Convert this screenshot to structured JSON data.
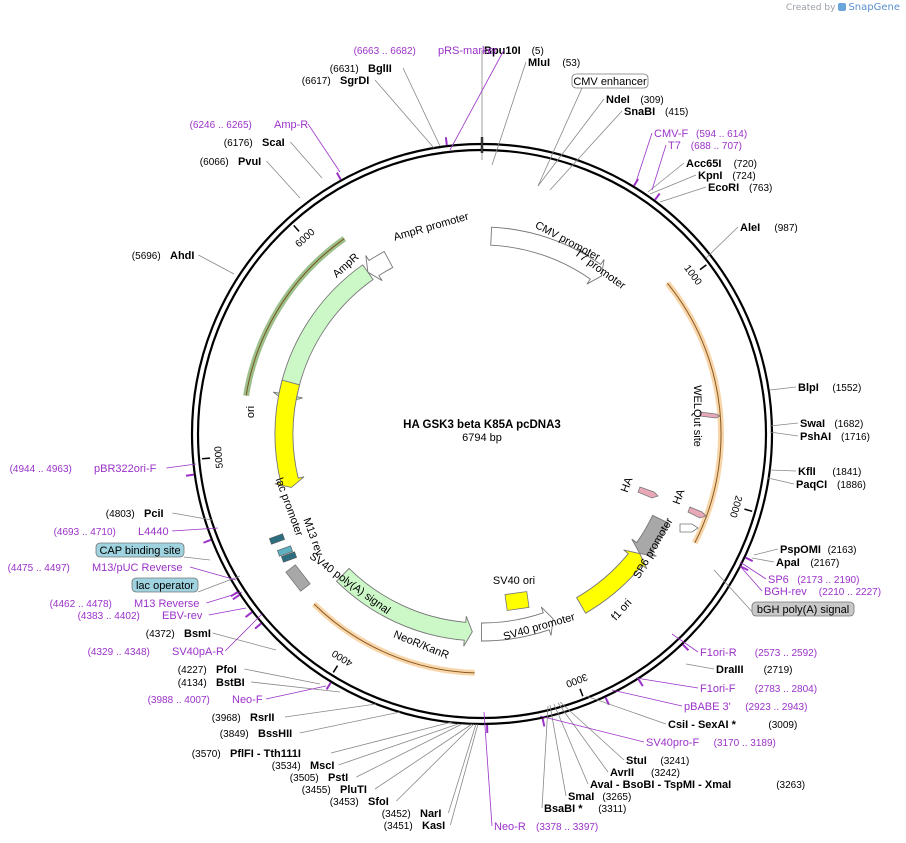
{
  "credit": {
    "prefix": "Created by",
    "brand": "SnapGene"
  },
  "plasmid": {
    "name": "HA GSK3 beta K85A pcDNA3",
    "size": "6794 bp",
    "total_bp": 6794
  },
  "ticks": [
    {
      "label": "1000",
      "pos": 1000
    },
    {
      "label": "2000",
      "pos": 2000
    },
    {
      "label": "3000",
      "pos": 3000
    },
    {
      "label": "4000",
      "pos": 4000
    },
    {
      "label": "5000",
      "pos": 5000
    },
    {
      "label": "6000",
      "pos": 6000
    }
  ],
  "features": [
    {
      "label": "CMV promoter",
      "start": 50,
      "end": 700,
      "color": "#ffffff",
      "stroke": "#777777",
      "ring": "inner"
    },
    {
      "label": "T7 promoter",
      "start": 688,
      "end": 707,
      "color": "#ffffff",
      "stroke": "#777777",
      "ring": "inner"
    },
    {
      "label": "AmpR promoter",
      "start": 6130,
      "end": 6262,
      "color": "#ffffff",
      "stroke": "#777777",
      "ring": "inner"
    },
    {
      "label": "AmpR",
      "start": 5270,
      "end": 6130,
      "color": "#ccf8c8",
      "stroke": "#777777",
      "ring": "inner"
    },
    {
      "label": "ori",
      "start": 4800,
      "end": 5380,
      "color": "#ffff00",
      "stroke": "#777777",
      "ring": "inner"
    },
    {
      "label": "NeoR/KanR",
      "start": 3450,
      "end": 4240,
      "color": "#ccf8c8",
      "stroke": "#777777",
      "ring": "inner"
    },
    {
      "label": "SV40 promoter",
      "start": 3000,
      "end": 3400,
      "color": "#ffffff",
      "stroke": "#777777",
      "ring": "inner"
    },
    {
      "label": "f1 ori",
      "start": 2400,
      "end": 2830,
      "color": "#ffff00",
      "stroke": "#777777",
      "ring": "inner"
    },
    {
      "label": "SP6 promoter",
      "start": 2180,
      "end": 2400,
      "color": "#a8a8a8",
      "stroke": "#777777",
      "ring": "inner"
    }
  ],
  "markers": [
    {
      "label": "WELQut site"
    },
    {
      "label": "HA"
    },
    {
      "label": "HA"
    },
    {
      "label": "SV40 ori"
    },
    {
      "label": "SV40 poly(A) signal"
    },
    {
      "label": "lac promoter"
    },
    {
      "label": "M13 rev"
    }
  ],
  "orfs": [
    {
      "start": 960,
      "end": 2210,
      "color": "#f3b462"
    },
    {
      "start": 3430,
      "end": 4240,
      "color": "#f3b462"
    },
    {
      "start": 5270,
      "end": 6130,
      "color": "#4a8a2c"
    }
  ],
  "enzymes": [
    {
      "name": "Bpu10I",
      "site": "(5)"
    },
    {
      "name": "MluI",
      "site": "(53)"
    },
    {
      "name": "NdeI",
      "site": "(309)"
    },
    {
      "name": "SnaBI",
      "site": "(415)"
    },
    {
      "name": "Acc65I",
      "site": "(720)"
    },
    {
      "name": "KpnI",
      "site": "(724)"
    },
    {
      "name": "EcoRI",
      "site": "(763)"
    },
    {
      "name": "AleI",
      "site": "(987)"
    },
    {
      "name": "BlpI",
      "site": "(1552)"
    },
    {
      "name": "SwaI",
      "site": "(1682)"
    },
    {
      "name": "PshAI",
      "site": "(1716)"
    },
    {
      "name": "KflI",
      "site": "(1841)"
    },
    {
      "name": "PaqCI",
      "site": "(1886)"
    },
    {
      "name": "PspOMI",
      "site": "(2163)"
    },
    {
      "name": "ApaI",
      "site": "(2167)"
    },
    {
      "name": "DraIII",
      "site": "(2719)"
    },
    {
      "name": "CsiI - SexAI *",
      "site": "(3009)"
    },
    {
      "name": "StuI",
      "site": "(3241)"
    },
    {
      "name": "AvrII",
      "site": "(3242)"
    },
    {
      "name": "AvaI - BsoBI - TspMI - XmaI",
      "site": "(3263)"
    },
    {
      "name": "SmaI",
      "site": "(3265)"
    },
    {
      "name": "BsaBI *",
      "site": "(3311)"
    },
    {
      "name": "KasI",
      "site": "(3451)"
    },
    {
      "name": "NarI",
      "site": "(3452)"
    },
    {
      "name": "SfoI",
      "site": "(3453)"
    },
    {
      "name": "PluTI",
      "site": "(3455)"
    },
    {
      "name": "PstI",
      "site": "(3505)"
    },
    {
      "name": "MscI",
      "site": "(3534)"
    },
    {
      "name": "PflFI - Tth111I",
      "site": "(3570)"
    },
    {
      "name": "BssHII",
      "site": "(3849)"
    },
    {
      "name": "RsrII",
      "site": "(3968)"
    },
    {
      "name": "BstBI",
      "site": "(4134)"
    },
    {
      "name": "PfoI",
      "site": "(4227)"
    },
    {
      "name": "BsmI",
      "site": "(4372)"
    },
    {
      "name": "PciI",
      "site": "(4803)"
    },
    {
      "name": "AhdI",
      "site": "(5696)"
    },
    {
      "name": "PvuI",
      "site": "(6066)"
    },
    {
      "name": "ScaI",
      "site": "(6176)"
    },
    {
      "name": "SgrDI",
      "site": "(6617)"
    },
    {
      "name": "BglII",
      "site": "(6631)"
    }
  ],
  "primers": [
    {
      "name": "pRS-marker",
      "site": "(6663 .. 6682)"
    },
    {
      "name": "CMV-F",
      "site": "(594 .. 614)"
    },
    {
      "name": "T7",
      "site": "(688 .. 707)"
    },
    {
      "name": "SP6",
      "site": "(2173 .. 2190)"
    },
    {
      "name": "BGH-rev",
      "site": "(2210 .. 2227)"
    },
    {
      "name": "F1ori-R",
      "site": "(2573 .. 2592)"
    },
    {
      "name": "F1ori-F",
      "site": "(2783 .. 2804)"
    },
    {
      "name": "pBABE 3'",
      "site": "(2923 .. 2943)"
    },
    {
      "name": "SV40pro-F",
      "site": "(3170 .. 3189)"
    },
    {
      "name": "Neo-R",
      "site": "(3378 .. 3397)"
    },
    {
      "name": "Neo-F",
      "site": "(3988 .. 4007)"
    },
    {
      "name": "SV40pA-R",
      "site": "(4329 .. 4348)"
    },
    {
      "name": "EBV-rev",
      "site": "(4383 .. 4402)"
    },
    {
      "name": "M13 Reverse",
      "site": "(4462 .. 4478)"
    },
    {
      "name": "M13/pUC Reverse",
      "site": "(4475 .. 4497)"
    },
    {
      "name": "L4440",
      "site": "(4693 .. 4710)"
    },
    {
      "name": "pBR322ori-F",
      "site": "(4944 .. 4963)"
    },
    {
      "name": "Amp-R",
      "site": "(6246 .. 6265)"
    }
  ],
  "boxed_features": [
    {
      "label": "CMV enhancer",
      "fill": "#ffffff"
    },
    {
      "label": "bGH poly(A) signal",
      "fill": "#c8c8c8"
    },
    {
      "label": "lac operator",
      "fill": "#9ed3df"
    },
    {
      "label": "CAP binding site",
      "fill": "#9ed3df"
    }
  ]
}
